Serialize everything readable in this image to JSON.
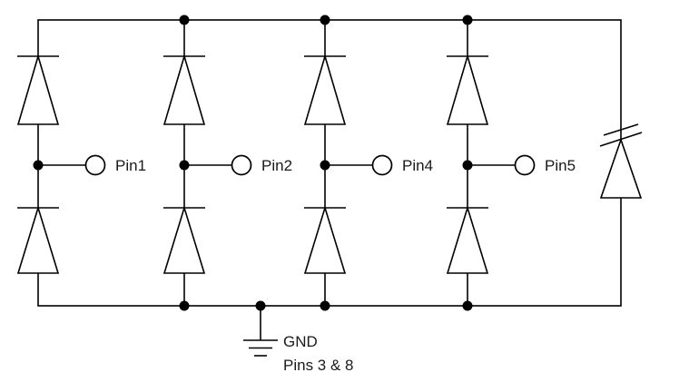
{
  "diagram": {
    "pins": [
      {
        "label": "Pin1"
      },
      {
        "label": "Pin2"
      },
      {
        "label": "Pin4"
      },
      {
        "label": "Pin5"
      }
    ],
    "ground": {
      "label": "GND",
      "note": "Pins 3 & 8"
    },
    "colors": {
      "wire": "#000000",
      "background": "#ffffff",
      "text": "#1a1a1a"
    }
  }
}
